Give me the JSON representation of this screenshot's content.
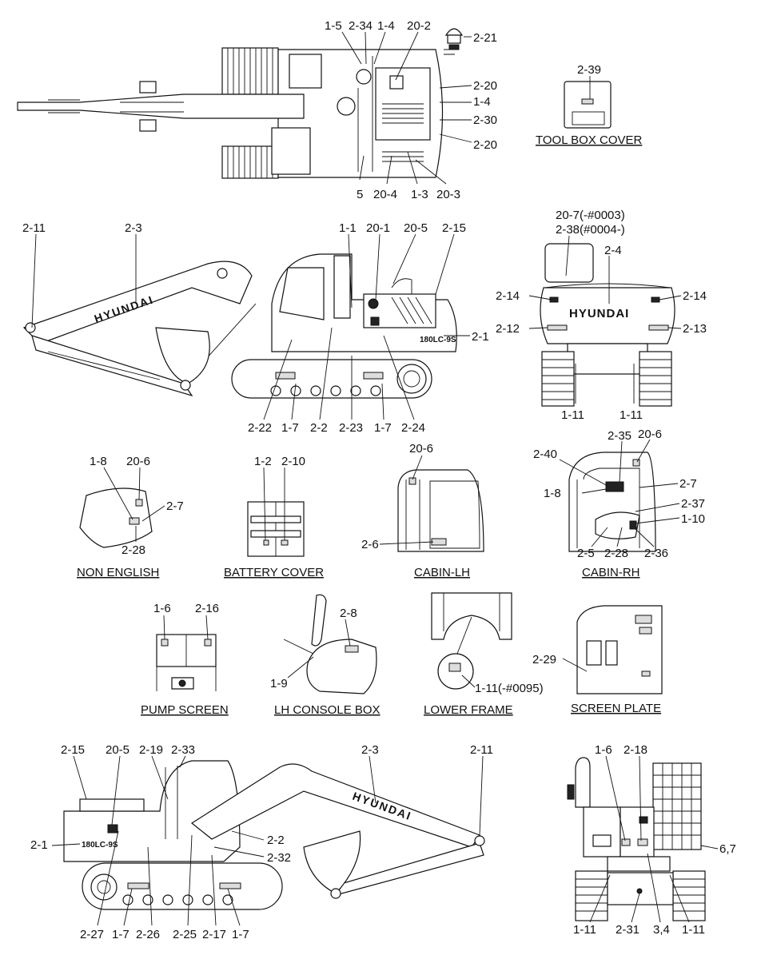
{
  "callouts": {
    "top": [
      "1-5",
      "2-34",
      "1-4",
      "20-2",
      "2-21",
      "2-20",
      "1-4",
      "2-30",
      "2-20",
      "5",
      "20-4",
      "1-3",
      "20-3"
    ],
    "side": [
      "2-11",
      "2-3",
      "1-1",
      "20-1",
      "20-5",
      "2-15",
      "2-1",
      "2-22",
      "1-7",
      "2-2",
      "2-23",
      "1-7",
      "2-24"
    ],
    "rear": [
      "20-7(-#0003)",
      "2-38(#0004-)",
      "2-4",
      "2-14",
      "2-14",
      "2-12",
      "2-13",
      "1-11",
      "1-11"
    ],
    "tool_box": [
      "2-39"
    ],
    "non_english": [
      "1-8",
      "20-6",
      "2-7",
      "2-28"
    ],
    "battery": [
      "1-2",
      "2-10"
    ],
    "cabin_lh": [
      "20-6",
      "2-6"
    ],
    "cabin_rh": [
      "2-35",
      "20-6",
      "2-40",
      "2-7",
      "1-8",
      "2-37",
      "1-10",
      "2-5",
      "2-28",
      "2-36"
    ],
    "pump": [
      "1-6",
      "2-16"
    ],
    "console": [
      "2-8",
      "1-9"
    ],
    "lower_frame": [
      "1-11(-#0095)"
    ],
    "screen_plate": [
      "2-29"
    ],
    "bottom_side": [
      "2-15",
      "20-5",
      "2-19",
      "2-33",
      "2-3",
      "2-11",
      "2-2",
      "2-1",
      "2-32",
      "2-27",
      "1-7",
      "2-26",
      "2-25",
      "2-17",
      "1-7"
    ],
    "front": [
      "1-6",
      "2-18",
      "6,7",
      "1-11",
      "2-31",
      "3,4",
      "1-11"
    ]
  },
  "captions": {
    "tool_box": "TOOL BOX COVER",
    "non_english": "NON ENGLISH",
    "battery": "BATTERY COVER",
    "cabin_lh": "CABIN-LH",
    "cabin_rh": "CABIN-RH",
    "pump": "PUMP SCREEN",
    "console": "LH CONSOLE BOX",
    "lower_frame": "LOWER FRAME",
    "screen_plate": "SCREEN PLATE"
  },
  "decals": {
    "brand": "HYUNDAI",
    "model": "180LC-9S"
  }
}
